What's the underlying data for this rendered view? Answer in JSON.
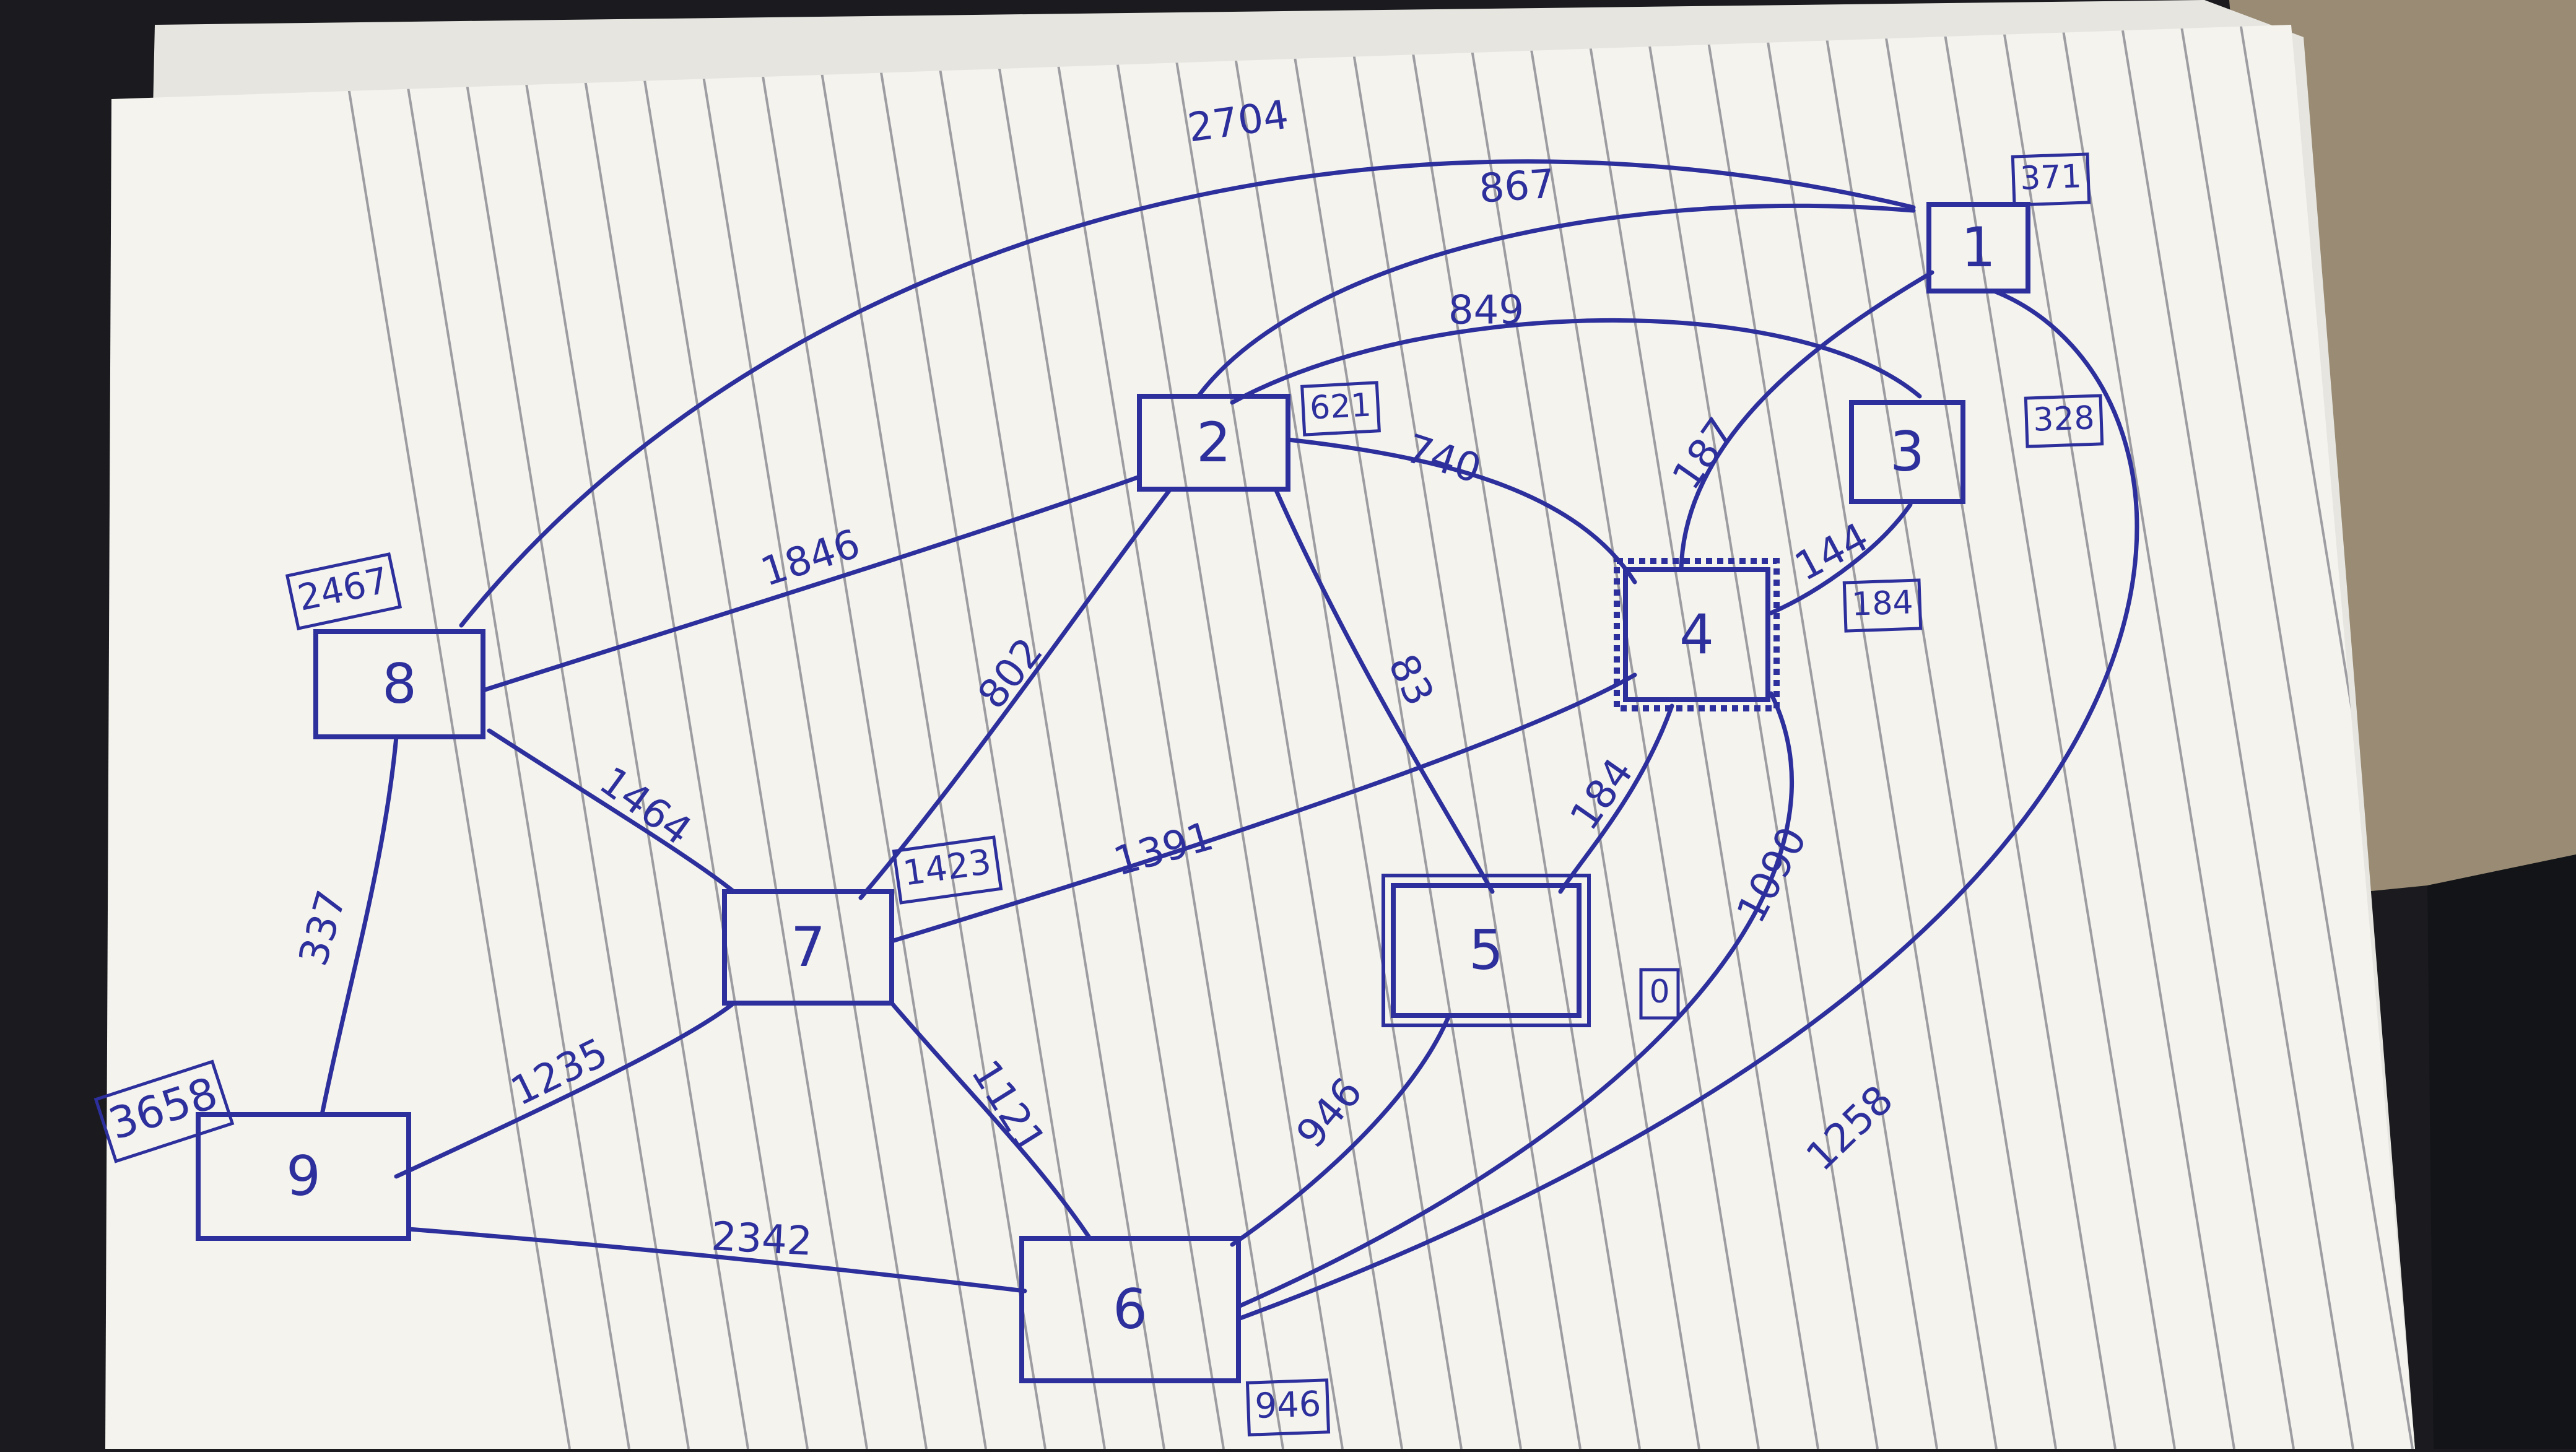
{
  "colors": {
    "ink": "#2c2f9c",
    "paper": "#f4f3ee",
    "rule": "#8d8d94",
    "carpet": "#9a8c74",
    "backdrop": "#1b1b1f"
  },
  "nodes": [
    {
      "id": "1",
      "label": "1",
      "weight": "371"
    },
    {
      "id": "2",
      "label": "2",
      "weight": "621"
    },
    {
      "id": "3",
      "label": "3",
      "weight": "328"
    },
    {
      "id": "4",
      "label": "4",
      "weight": "184"
    },
    {
      "id": "5",
      "label": "5",
      "weight": "0"
    },
    {
      "id": "6",
      "label": "6",
      "weight": "946"
    },
    {
      "id": "7",
      "label": "7",
      "weight": "1423"
    },
    {
      "id": "8",
      "label": "8",
      "weight": "2467"
    },
    {
      "id": "9",
      "label": "9",
      "weight": "3658"
    }
  ],
  "edges": [
    {
      "from": "8",
      "to": "1",
      "weight": "2704"
    },
    {
      "from": "2",
      "to": "1",
      "weight": "867"
    },
    {
      "from": "2",
      "to": "3",
      "weight": "849"
    },
    {
      "from": "2",
      "to": "4",
      "weight": "740"
    },
    {
      "from": "4",
      "to": "1",
      "weight": "187"
    },
    {
      "from": "4",
      "to": "3",
      "weight": "144"
    },
    {
      "from": "8",
      "to": "2",
      "weight": "1846"
    },
    {
      "from": "8",
      "to": "7",
      "weight": "1464"
    },
    {
      "from": "7",
      "to": "2",
      "weight": "802"
    },
    {
      "from": "2",
      "to": "5",
      "weight": "83"
    },
    {
      "from": "7",
      "to": "4",
      "weight": "1391"
    },
    {
      "from": "4",
      "to": "5",
      "weight": "184"
    },
    {
      "from": "4",
      "to": "6",
      "weight": "1090"
    },
    {
      "from": "1",
      "to": "6",
      "weight": "1258"
    },
    {
      "from": "9",
      "to": "8",
      "weight": "337"
    },
    {
      "from": "9",
      "to": "7",
      "weight": "1235"
    },
    {
      "from": "9",
      "to": "6",
      "weight": "2342"
    },
    {
      "from": "7",
      "to": "6",
      "weight": "1121"
    },
    {
      "from": "6",
      "to": "5",
      "weight": "946"
    }
  ]
}
